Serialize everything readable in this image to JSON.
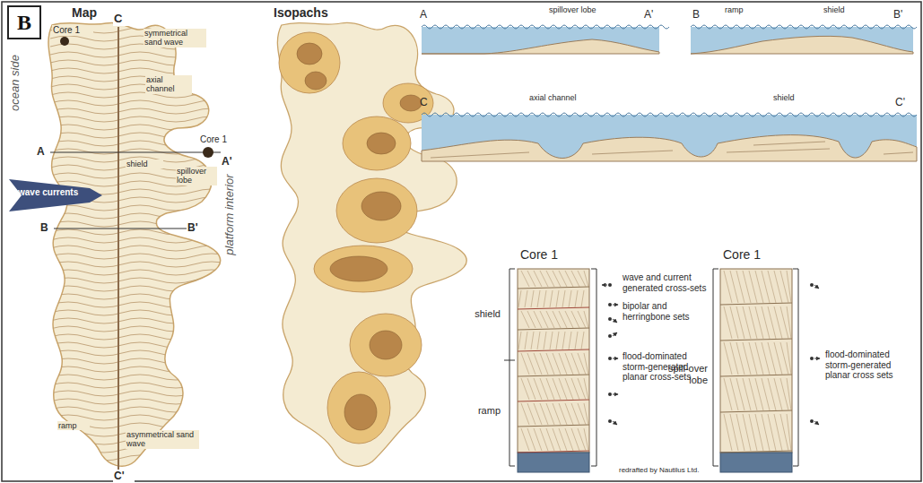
{
  "diagram": {
    "nodes": [
      {
        "text": [
          "B"
        ]
      }
    ],
    "labels": [
      "Map",
      "Isopachs",
      "C",
      "Core 1",
      "symmetrical sand wave",
      "axial channel",
      "Core 1",
      "A",
      "A'",
      "shield",
      "spillover lobe",
      "ocean side",
      "wave currents",
      "B",
      "B'",
      "platform interior",
      "ramp",
      "asymmetrical sand wave",
      "C'",
      "A",
      "spillover lobe",
      "A'",
      "B",
      "ramp",
      "shield",
      "B'",
      "C",
      "axial channel",
      "shield",
      "C'",
      "Core 1",
      "shield",
      "ramp",
      "wave and current generated cross-sets",
      "bipolar and herringbone sets",
      "flood-dominated storm-generated planar cross-sets",
      "Core 1",
      "spill-over lobe",
      "flood-dominated storm-generated planar cross sets",
      "redrafted by Nautilus Ltd."
    ]
  }
}
